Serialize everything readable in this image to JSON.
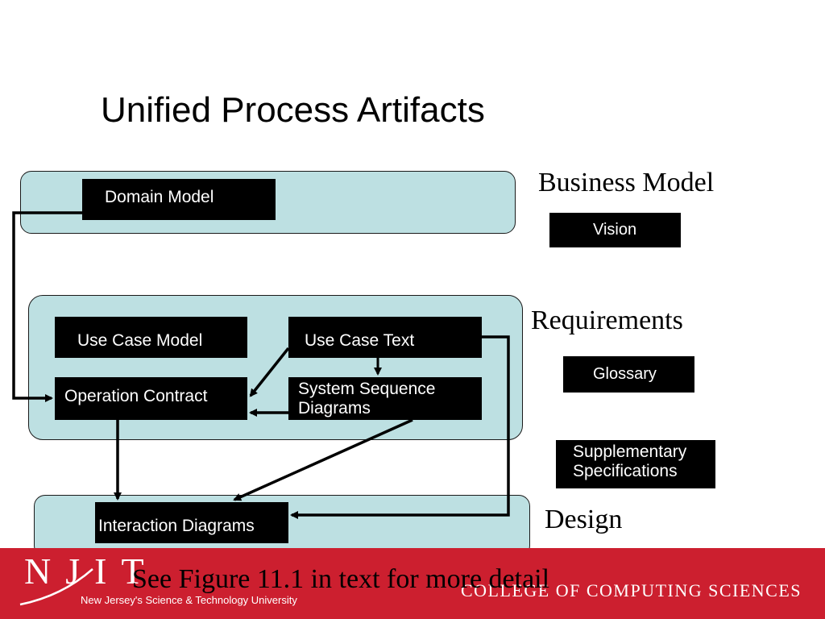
{
  "slide": {
    "title": "Unified Process Artifacts"
  },
  "layers": {
    "business_model": "Business Model",
    "requirements": "Requirements",
    "design": "Design"
  },
  "artifacts": {
    "domain_model": "Domain Model",
    "vision": "Vision",
    "use_case_model": "Use Case Model",
    "use_case_text": "Use Case Text",
    "operation_contract": "Operation Contract",
    "system_sequence_diagrams": "System Sequence Diagrams",
    "glossary": "Glossary",
    "supplementary_specifications": "Supplementary Specifications",
    "interaction_diagrams": "Interaction Diagrams"
  },
  "note": "See Figure 11.1 in text for more detail",
  "footer": {
    "logo_text": "NJIT",
    "university": "New Jersey's Science & Technology University",
    "college": "COLLEGE OF COMPUTING SCIENCES"
  },
  "colors": {
    "panel": "#bde0e2",
    "block": "#000000",
    "footer": "#cc1f2f"
  }
}
